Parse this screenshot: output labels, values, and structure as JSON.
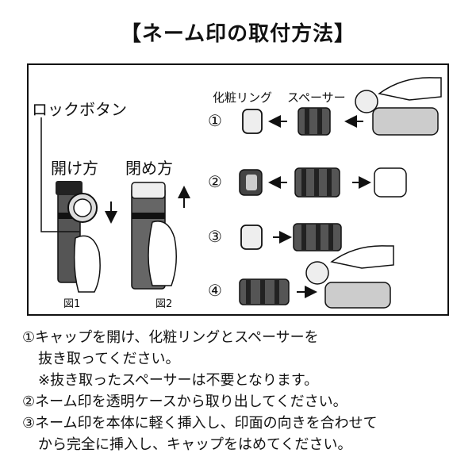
{
  "title": "【ネーム印の取付方法】",
  "diagram": {
    "lock_button_label": "ロックボタン",
    "open_label": "開け方",
    "close_label": "閉め方",
    "fig1_label": "図1",
    "fig2_label": "図2",
    "ring_label": "化粧リング",
    "spacer_label": "スペーサー",
    "steps": [
      "①",
      "②",
      "③",
      "④"
    ]
  },
  "instructions": [
    "①キャップを開け、化粧リングとスペーサーを",
    "抜き取ってください。",
    "※抜き取ったスペーサーは不要となります。",
    "②ネーム印を透明ケースから取り出してください。",
    "③ネーム印を本体に軽く挿入し、印面の向きを合わせて",
    "から完全に挿入し、キャップをはめてください。"
  ]
}
